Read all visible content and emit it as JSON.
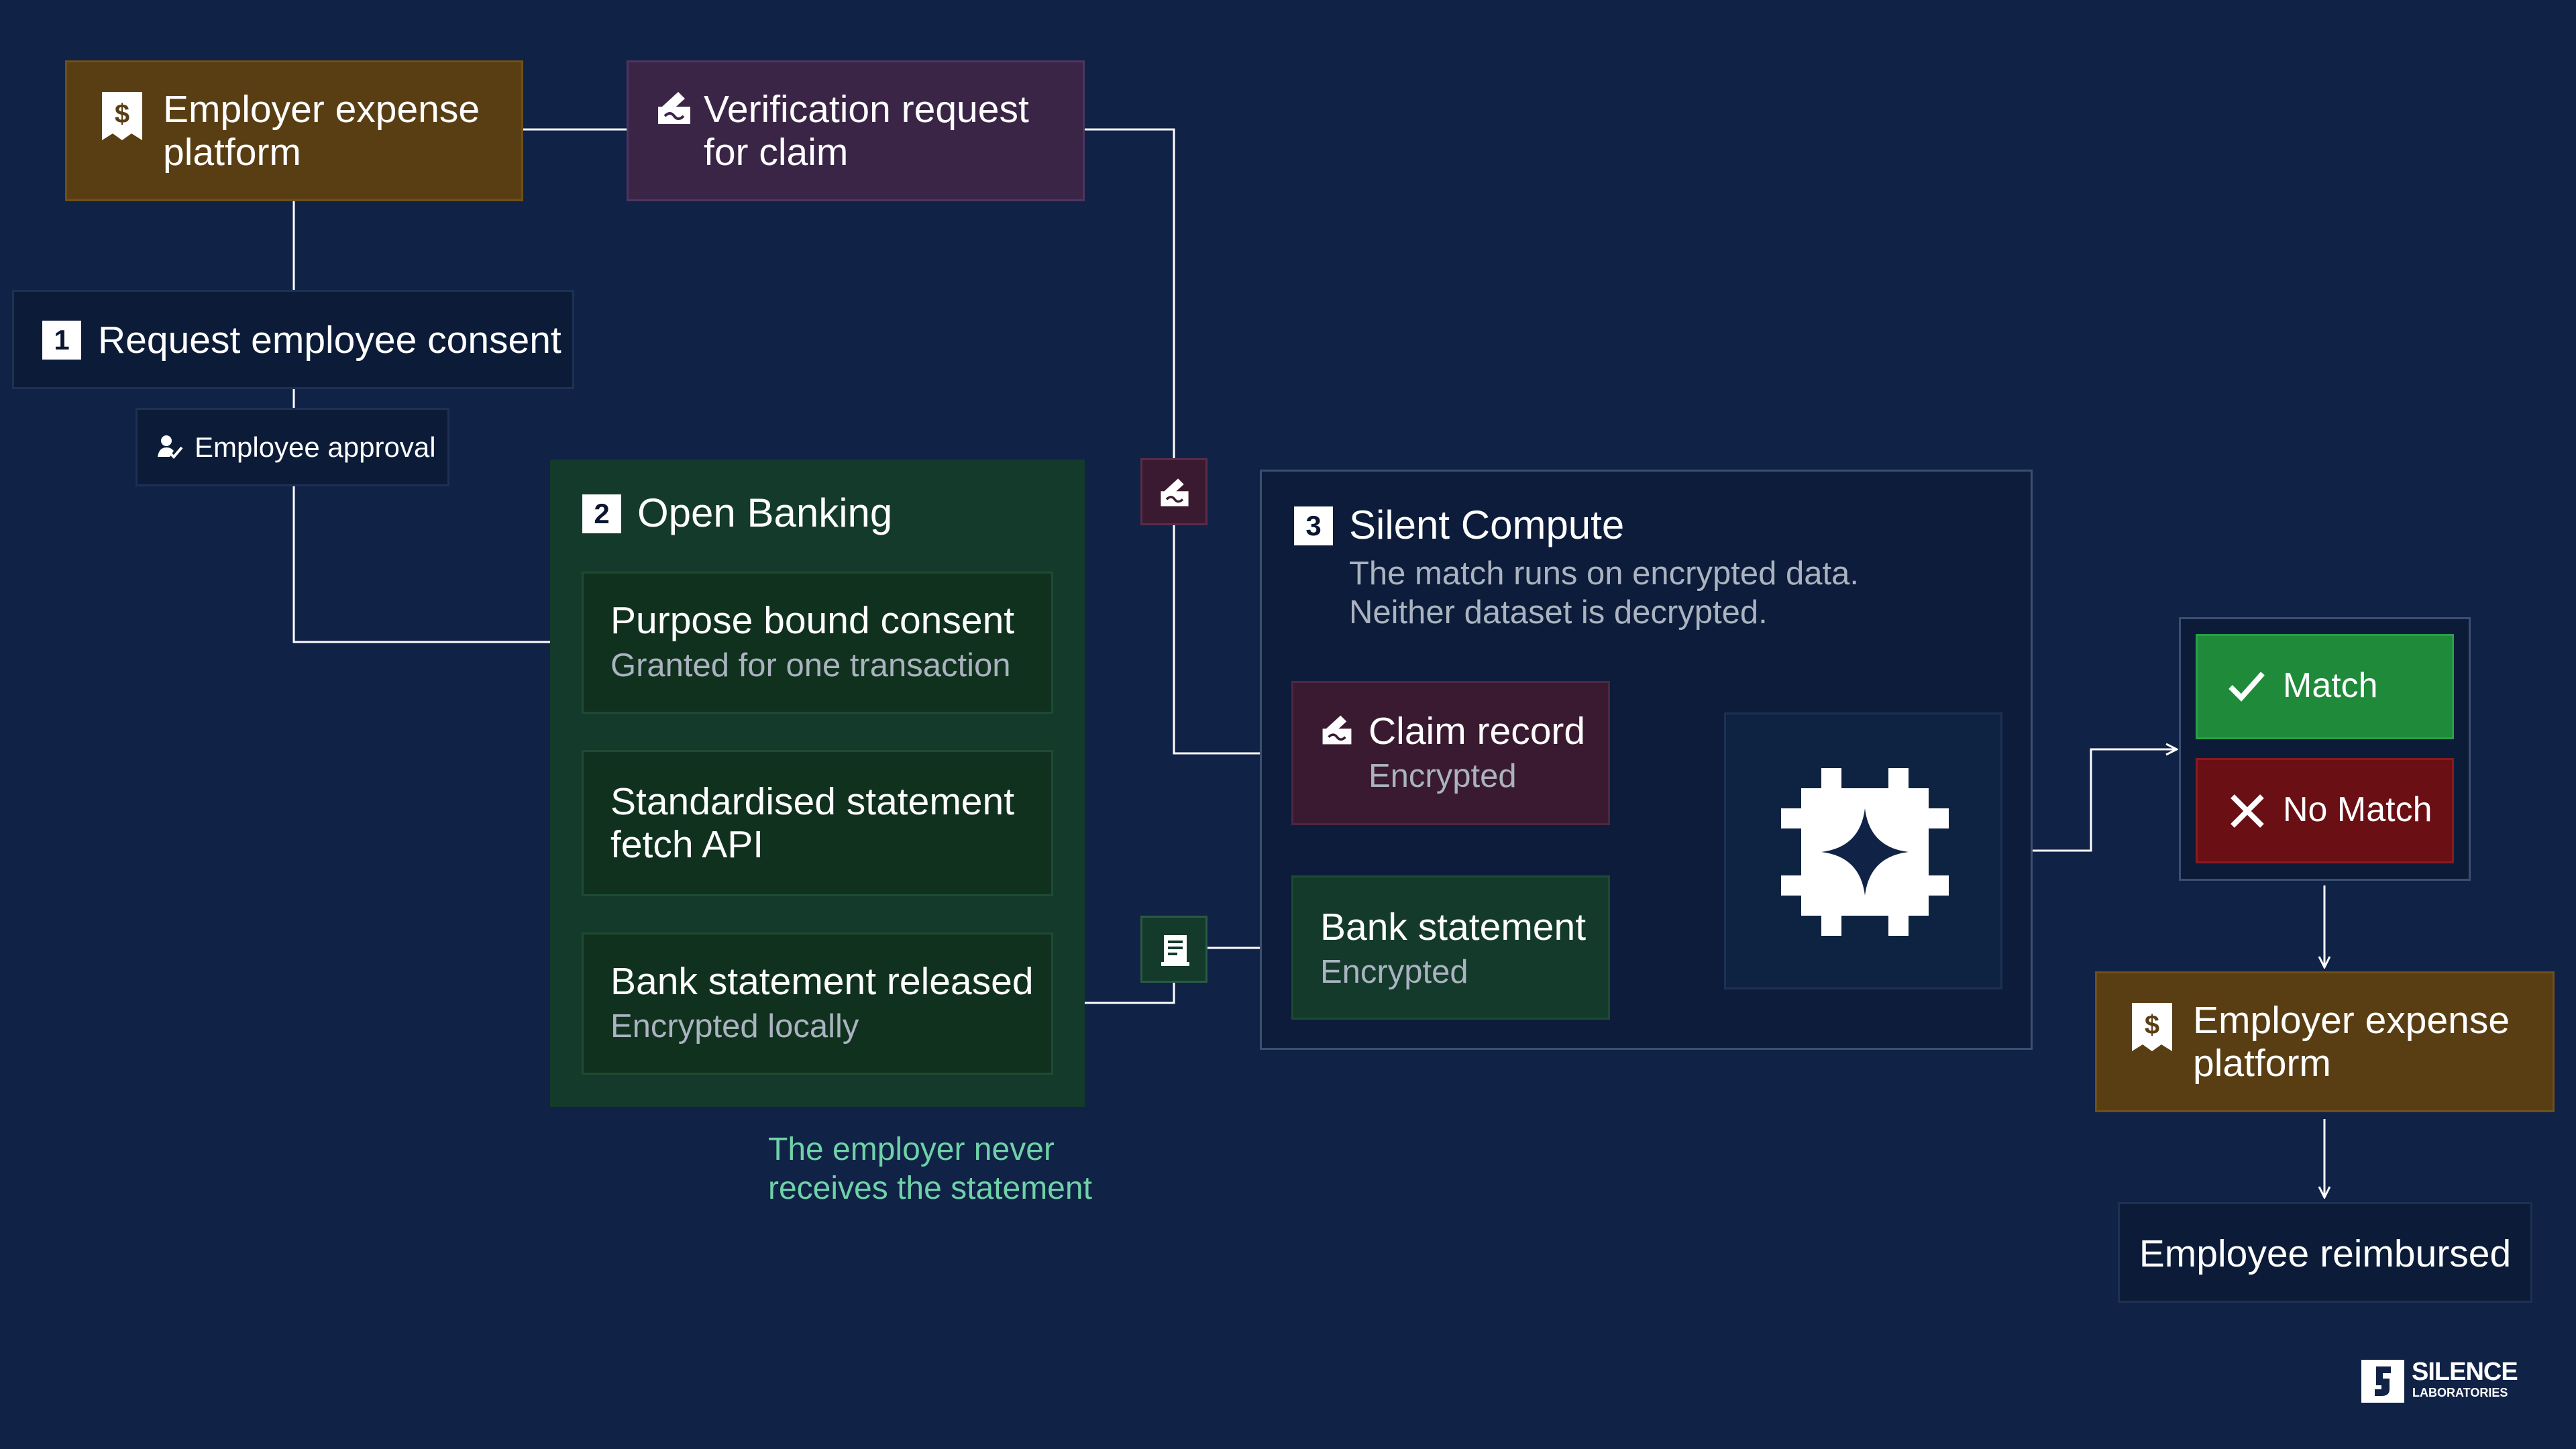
{
  "nodes": {
    "employer_top": {
      "label": "Employer expense platform",
      "icon": "dollar-receipt-icon"
    },
    "verification": {
      "label": "Verification request for claim",
      "icon": "signature-icon"
    },
    "step1": {
      "num": "1",
      "label": "Request employee consent"
    },
    "approval": {
      "label": "Employee approval",
      "icon": "person-check-icon"
    },
    "step2": {
      "num": "2",
      "title": "Open Banking",
      "items": [
        {
          "title": "Purpose bound consent",
          "sub": "Granted for one transaction"
        },
        {
          "title": "Standardised statement fetch API",
          "sub": ""
        },
        {
          "title": "Bank statement released",
          "sub": "Encrypted locally"
        }
      ],
      "note": "The employer never receives the statement"
    },
    "step3": {
      "num": "3",
      "title": "Silent Compute",
      "desc_line1": "The match runs on encrypted data.",
      "desc_line2": "Neither dataset is decrypted.",
      "claim": {
        "title": "Claim record",
        "sub": "Encrypted",
        "icon": "signature-icon"
      },
      "bank": {
        "title": "Bank statement",
        "sub": "Encrypted"
      },
      "chip_icon": "compute-chip-icon"
    },
    "result": {
      "match": {
        "label": "Match",
        "icon": "check-icon",
        "color": "#1e8a3a"
      },
      "nomatch": {
        "label": "No Match",
        "icon": "x-icon",
        "color": "#6a0f14"
      }
    },
    "employer_bottom": {
      "label": "Employer expense platform",
      "icon": "dollar-receipt-icon"
    },
    "reimbursed": {
      "label": "Employee reimbursed"
    }
  },
  "logo": {
    "line1": "SILENCE",
    "line2": "LABORATORIES"
  },
  "colors": {
    "background": "#102246",
    "brown": "#5a3e13",
    "plum": "#3a2547",
    "green_panel": "#143a2b",
    "note_text": "#6fd1a8",
    "match": "#1e8a3a",
    "nomatch": "#6a0f14"
  }
}
